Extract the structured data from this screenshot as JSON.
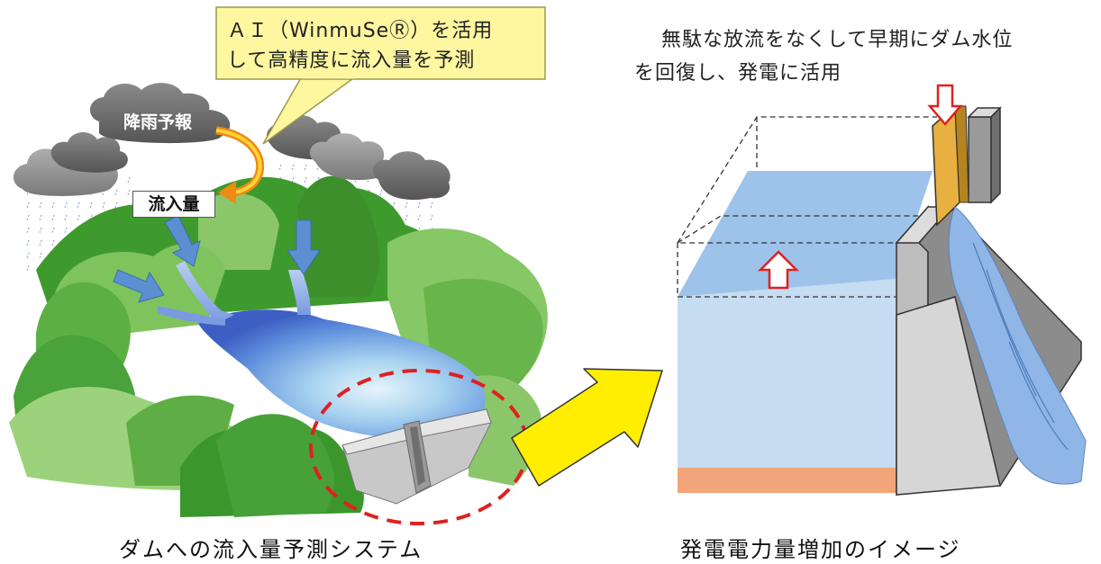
{
  "callout": {
    "line1": "ＡＩ（WinmuSeⓇ）を活用",
    "line2": "して高精度に流入量を予測"
  },
  "labels": {
    "rain_forecast": "降雨予報",
    "inflow": "流入量"
  },
  "right_note": {
    "line1": "無駄な放流をなくして早期にダム水位",
    "line2": "を回復し、発電に活用"
  },
  "captions": {
    "left": "ダムへの流入量予測システム",
    "right": "発電電力量増加のイメージ"
  },
  "colors": {
    "callout_bg": "#fff7a0",
    "arrow_yellow": "#ffee00",
    "highlight_red": "#e02020",
    "water_blue": "#9dc3ea",
    "inflow_arrow": "#5b8fd1"
  }
}
